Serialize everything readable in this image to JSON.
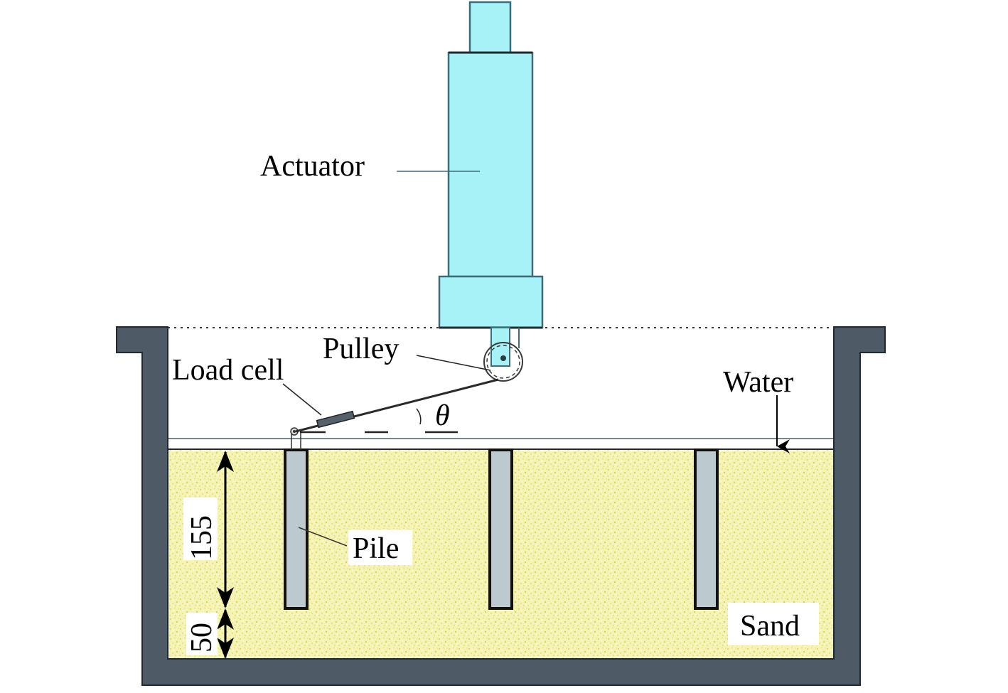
{
  "diagram": {
    "title": "Pile pull-out test setup",
    "labels": {
      "actuator": "Actuator",
      "pulley": "Pulley",
      "load_cell": "Load cell",
      "water": "Water",
      "pile": "Pile",
      "sand": "Sand",
      "angle": "θ"
    },
    "dimensions": {
      "embedment_depth": "155",
      "bottom_depth": "50"
    },
    "colors": {
      "actuator_fill": "#a6f2f7",
      "actuator_stroke": "#3d6b78",
      "tank_fill": "#4e5b66",
      "tank_stroke": "#1e2a30",
      "sand_fill": "#f4f0a8",
      "sand_speckle": "#d8e045",
      "pile_fill": "#bcc9ce",
      "pile_stroke": "#111111",
      "load_cell_fill": "#55616a"
    },
    "pile_count": 3
  }
}
